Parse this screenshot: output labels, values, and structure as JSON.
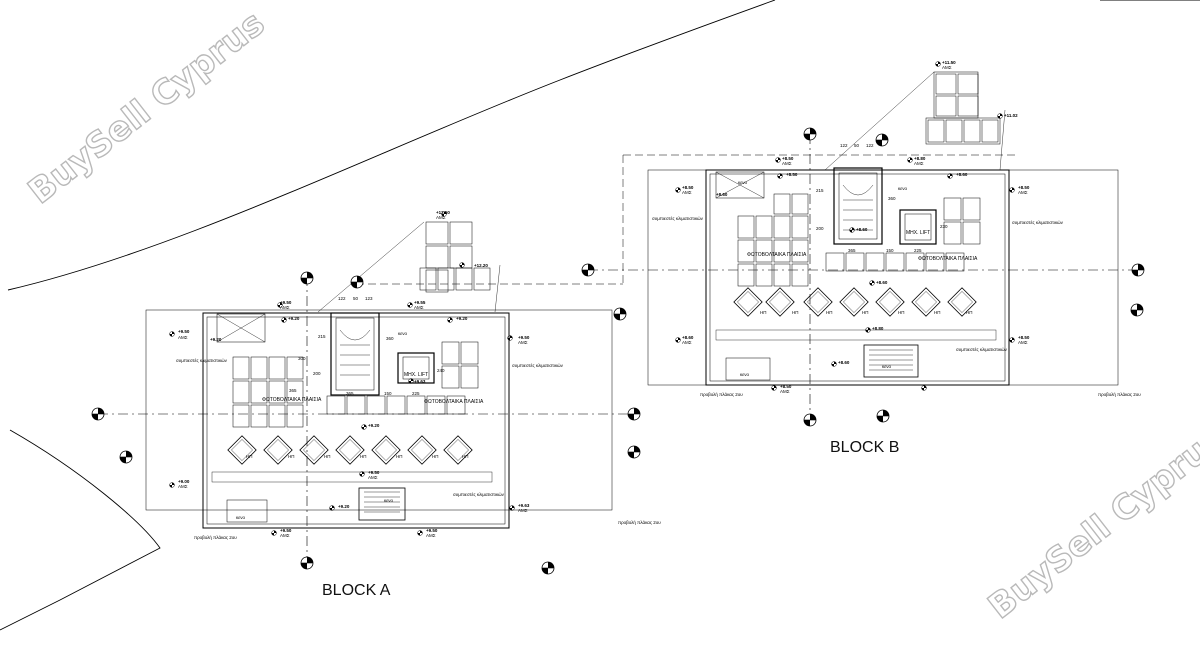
{
  "watermark": "BuySell Cyprus",
  "blocks": [
    {
      "title": "BLOCK A",
      "dims_top": [
        "122",
        "50",
        "123"
      ],
      "dims_vert": [
        "215",
        "200",
        "300",
        "365",
        "360",
        "240"
      ],
      "dims_bottom": [
        "365",
        "150",
        "225"
      ],
      "pv_label": "ΦΩΤΟΒΟΛΤΑΙΚΑ ΠΛΑΙΣΙΑ",
      "pv_label2": "ΦΩΤΟΒΟΛΤΑΙΚΑ ΠΛΑΙΣΙΑ",
      "lift": "ΜΗΧ. LIFT",
      "void": "κενο",
      "ac_units": "συμπιεστές κλιματιστικών",
      "slab_projection": "προβολή πλάκας 2ου",
      "heater_label": "ΗΠ",
      "levels": [
        "+12.50",
        "+12.20",
        "+9.50",
        "+9.55",
        "+9.20",
        "+9.20",
        "+9.50",
        "+9.20",
        "+9.63",
        "+9.20",
        "+9.50",
        "+9.00",
        "+9.50",
        "+9.50",
        "+9.20",
        "+9.63",
        "+9.50"
      ],
      "level_sub": "ΑΜΣ"
    },
    {
      "title": "BLOCK B",
      "dims_top": [
        "122",
        "50",
        "122"
      ],
      "dims_vert": [
        "215",
        "200",
        "360",
        "230"
      ],
      "dims_bottom": [
        "365",
        "150",
        "225"
      ],
      "pv_label": "ΦΩΤΟΒΟΛΤΑΙΚΑ ΠΛΑΙΣΙΑ",
      "pv_label2": "ΦΩΤΟΒΟΛΤΑΙΚΑ ΠΛΑΙΣΙΑ",
      "lift": "ΜΗΧ. LIFT",
      "void": "κενο",
      "ac_units": "συμπιεστές κλιματιστικών",
      "slab_projection": "προβολή πλάκας 2ου",
      "heater_label": "ΗΠ",
      "levels": [
        "+11.50",
        "+11.02",
        "+8.50",
        "+8.80",
        "+8.50",
        "+8.60",
        "+8.50",
        "+8.60",
        "+8.60",
        "+8.50",
        "+8.60",
        "+8.80",
        "+8.60",
        "+8.50",
        "+8.60",
        "+8.50"
      ],
      "level_sub": "ΑΜΣ"
    }
  ]
}
